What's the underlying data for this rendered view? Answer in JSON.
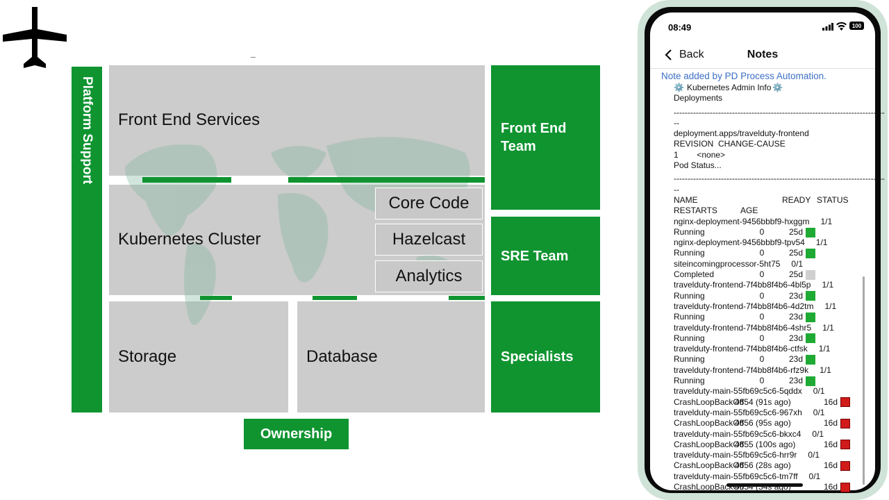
{
  "diagram": {
    "side_label": "Platform Support",
    "bottom_label": "Ownership",
    "cells": {
      "front_end_services": "Front End Services",
      "kubernetes_cluster": "Kubernetes Cluster",
      "storage": "Storage",
      "database": "Database"
    },
    "cluster_items": [
      "Core Code",
      "Hazelcast",
      "Analytics"
    ],
    "teams": {
      "front_end": "Front End Team",
      "sre": "SRE Team",
      "specialists": "Specialists"
    },
    "colors": {
      "green": "#0f9430",
      "grey": "#cccccc"
    },
    "icon": "airplane-icon"
  },
  "phone": {
    "time": "08:49",
    "battery": "100",
    "back_label": "Back",
    "title": "Notes",
    "note_header": "Note added by PD Process Automation.",
    "admin_title": "Kubernetes Admin Info",
    "deployments_label": "Deployments",
    "dash_line": "----------------------------------------------------------------------------",
    "dash_tail": "--",
    "deployment_name": "deployment.apps/travelduty-frontend",
    "revision_header": "REVISION  CHANGE-CAUSE",
    "revision_row": "1        <none>",
    "pod_status_label": "Pod Status...",
    "pod_header_1": "NAME                                    READY   STATUS",
    "pod_header_2": "RESTARTS        AGE",
    "pods": [
      {
        "name": "nginx-deployment-9456bbbf9-hxggm",
        "ready": "1/1",
        "status": "Running",
        "restarts": "0",
        "age": "25d",
        "indicator": "green"
      },
      {
        "name": "nginx-deployment-9456bbbf9-tpv54",
        "ready": "1/1",
        "status": "Running",
        "restarts": "0",
        "age": "25d",
        "indicator": "green"
      },
      {
        "name": "siteincomingprocessor-5ht75",
        "ready": "0/1",
        "status": "Completed",
        "restarts": "0",
        "age": "25d",
        "indicator": "grey"
      },
      {
        "name": "travelduty-frontend-7f4bb8f4b6-4bl5p",
        "ready": "1/1",
        "status": "Running",
        "restarts": "0",
        "age": "23d",
        "indicator": "green"
      },
      {
        "name": "travelduty-frontend-7f4bb8f4b6-4d2tm",
        "ready": "1/1",
        "status": "Running",
        "restarts": "0",
        "age": "23d",
        "indicator": "green"
      },
      {
        "name": "travelduty-frontend-7f4bb8f4b6-4shr5",
        "ready": "1/1",
        "status": "Running",
        "restarts": "0",
        "age": "23d",
        "indicator": "green"
      },
      {
        "name": "travelduty-frontend-7f4bb8f4b6-ctfsk",
        "ready": "1/1",
        "status": "Running",
        "restarts": "0",
        "age": "23d",
        "indicator": "green"
      },
      {
        "name": "travelduty-frontend-7f4bb8f4b6-rfz9k",
        "ready": "1/1",
        "status": "Running",
        "restarts": "0",
        "age": "23d",
        "indicator": "green"
      },
      {
        "name": "travelduty-main-55fb69c5c6-5qddx",
        "ready": "0/1",
        "status": "CrashLoopBackOff",
        "restarts": "4654 (91s ago)",
        "age": "16d",
        "indicator": "red"
      },
      {
        "name": "travelduty-main-55fb69c5c6-967xh",
        "ready": "0/1",
        "status": "CrashLoopBackOff",
        "restarts": "4656 (95s ago)",
        "age": "16d",
        "indicator": "red"
      },
      {
        "name": "travelduty-main-55fb69c5c6-bkxc4",
        "ready": "0/1",
        "status": "CrashLoopBackOff",
        "restarts": "4655 (100s ago)",
        "age": "16d",
        "indicator": "red"
      },
      {
        "name": "travelduty-main-55fb69c5c6-hrr9r",
        "ready": "0/1",
        "status": "CrashLoopBackOff",
        "restarts": "4656 (28s ago)",
        "age": "16d",
        "indicator": "red"
      },
      {
        "name": "travelduty-main-55fb69c5c6-tm7ff",
        "ready": "0/1",
        "status": "CrashLoopBackOff",
        "restarts": "4654 (34s ago)",
        "age": "16d",
        "indicator": "red"
      }
    ]
  }
}
